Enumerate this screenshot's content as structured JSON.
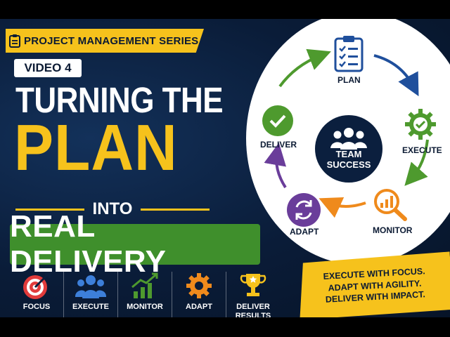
{
  "series": {
    "label": "PROJECT MANAGEMENT SERIES",
    "icon": "clipboard-icon"
  },
  "video_badge": "VIDEO 4",
  "title": {
    "line1": "TURNING THE",
    "line2": "PLAN",
    "connector": "INTO",
    "line3": "REAL DELIVERY"
  },
  "features": [
    {
      "label": "FOCUS",
      "icon": "target-icon"
    },
    {
      "label": "EXECUTE",
      "icon": "team-icon"
    },
    {
      "label": "MONITOR",
      "icon": "growth-chart-icon"
    },
    {
      "label": "ADAPT",
      "icon": "gear-icon"
    },
    {
      "label": "DELIVER RESULTS",
      "icon": "trophy-icon"
    }
  ],
  "cycle": {
    "center": {
      "line1": "TEAM",
      "line2": "SUCCESS"
    },
    "steps": [
      {
        "label": "PLAN",
        "color": "#1f4f9c"
      },
      {
        "label": "EXECUTE",
        "color": "#4e9a2e"
      },
      {
        "label": "MONITOR",
        "color": "#ef8a1c"
      },
      {
        "label": "ADAPT",
        "color": "#6a3d9a"
      },
      {
        "label": "DELIVER",
        "color": "#4e9a2e"
      }
    ]
  },
  "tagline": [
    "EXECUTE WITH FOCUS.",
    "ADAPT WITH AGILITY.",
    "DELIVER WITH IMPACT."
  ],
  "colors": {
    "accent": "#f6c21c",
    "navy": "#0b1f3e",
    "green": "#3f8f2c"
  }
}
